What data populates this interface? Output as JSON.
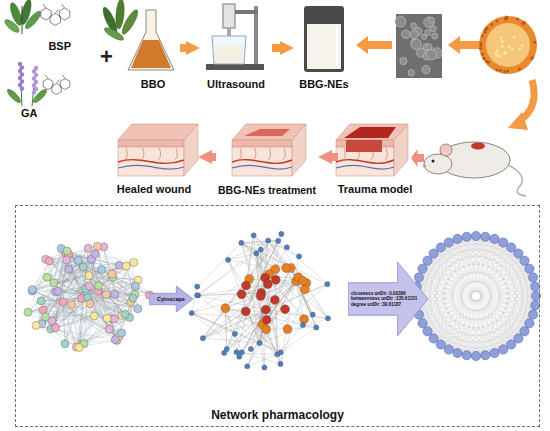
{
  "diagram": {
    "nodes": [
      {
        "text": [
          "BSP"
        ]
      },
      {
        "text": [
          "GA"
        ]
      },
      {
        "text": [
          "BBO"
        ]
      },
      {
        "text": [
          "Ultrasound"
        ]
      },
      {
        "text": [
          "BBG-NEs"
        ]
      },
      {
        "text": [
          "Healed wound"
        ]
      },
      {
        "text": [
          "BBG-NEs treatment"
        ]
      },
      {
        "text": [
          "Trauma model"
        ]
      },
      {
        "text": [
          "Network pharmacology"
        ]
      },
      {
        "text": [
          "Cytoscape"
        ],
        "in": 8
      },
      {
        "text": [
          "closeness unDir :0.00396",
          "betweenness unDir :135.61151",
          "degree unDir :30.61187"
        ],
        "in": 8
      }
    ],
    "edges": [
      {
        "from": 2,
        "to": 3,
        "arrow": "to"
      },
      {
        "from": 3,
        "to": 4,
        "arrow": "to"
      },
      {
        "from": 7,
        "to": 6,
        "arrow": "to"
      },
      {
        "from": 6,
        "to": 5,
        "arrow": "to"
      }
    ],
    "labels": [
      "+"
    ]
  }
}
